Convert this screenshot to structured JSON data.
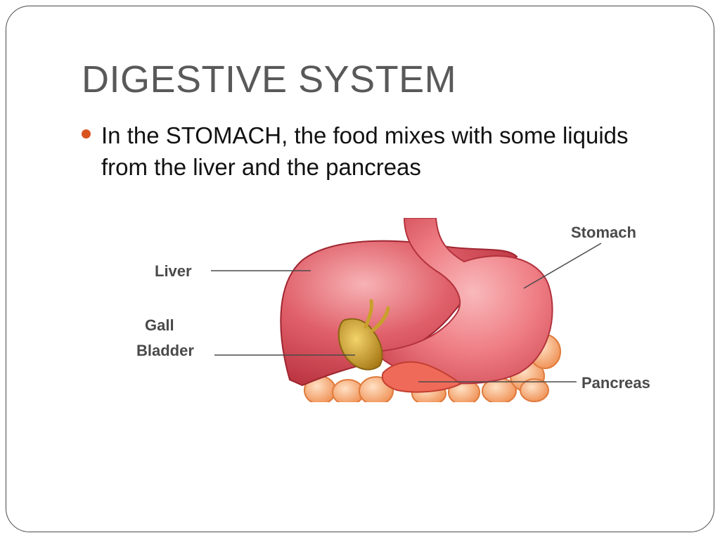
{
  "slide": {
    "title": "DIGESTIVE SYSTEM",
    "bullets": [
      "In the STOMACH, the food mixes with some liquids from the liver and the pancreas"
    ],
    "bullet_color": "#d9531e"
  },
  "diagram": {
    "labels": {
      "liver": "Liver",
      "gall_line1": "Gall",
      "gall_line2": "Bladder",
      "stomach": "Stomach",
      "pancreas": "Pancreas"
    },
    "colors": {
      "organ": "#d9464e",
      "organ_light": "#f28a8f",
      "gall": "#c9a02a",
      "intestine": "#f4a36a",
      "label_text": "#4a4a4a"
    }
  }
}
